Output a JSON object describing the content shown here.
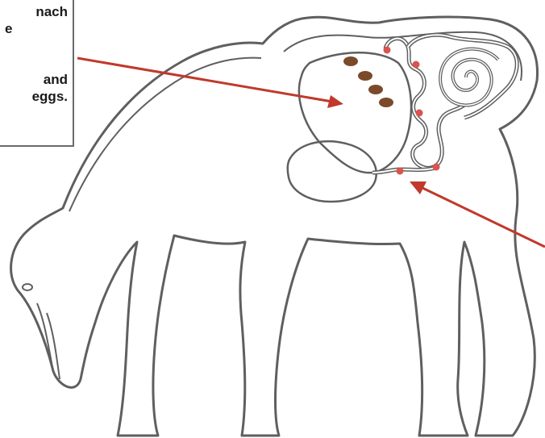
{
  "callout": {
    "lines": [
      "nach",
      "e",
      "",
      "",
      "and",
      "eggs."
    ]
  },
  "colors": {
    "outline": "#5f5f5f",
    "arrow": "#c0392b",
    "egg": "#7a4a2a",
    "node": "#d9534f"
  },
  "icons": {
    "animal": "sheep-outline-icon",
    "egg": "egg-icon",
    "arrow": "arrow-icon"
  }
}
